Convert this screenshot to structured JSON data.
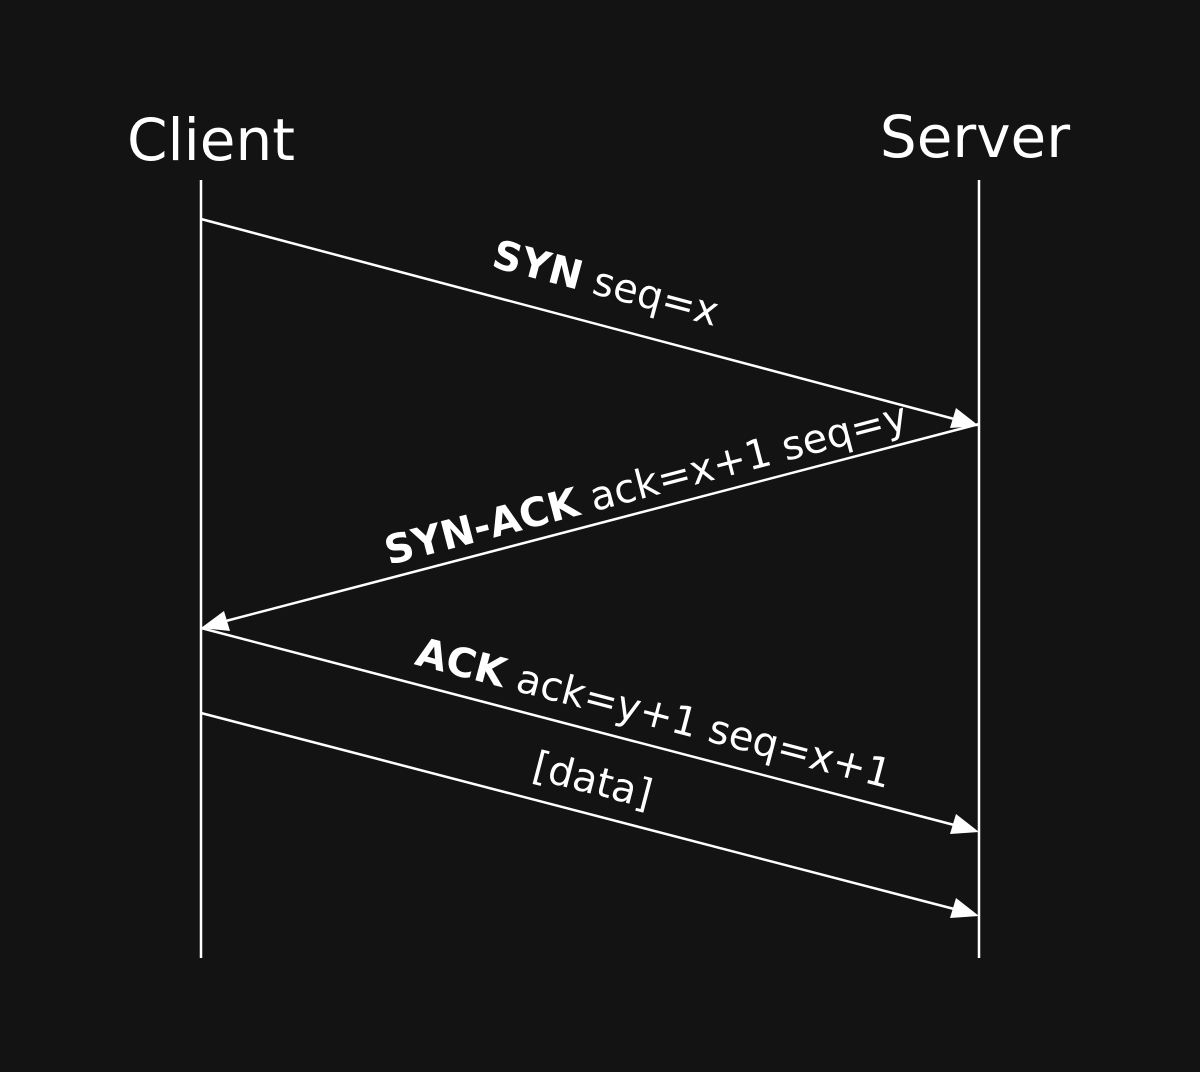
{
  "colors": {
    "background": "#131313",
    "foreground": "#ffffff"
  },
  "actors": {
    "client": "Client",
    "server": "Server"
  },
  "messages": [
    {
      "from": "client",
      "to": "server",
      "bold": "SYN",
      "detail": " seq=x"
    },
    {
      "from": "server",
      "to": "client",
      "bold": "SYN-ACK",
      "detail": " ack=x+1 seq=y"
    },
    {
      "from": "client",
      "to": "server",
      "bold": "ACK",
      "detail": " ack=y+1 seq=x+1"
    },
    {
      "from": "client",
      "to": "server",
      "bold": "",
      "detail": "[data]"
    }
  ]
}
